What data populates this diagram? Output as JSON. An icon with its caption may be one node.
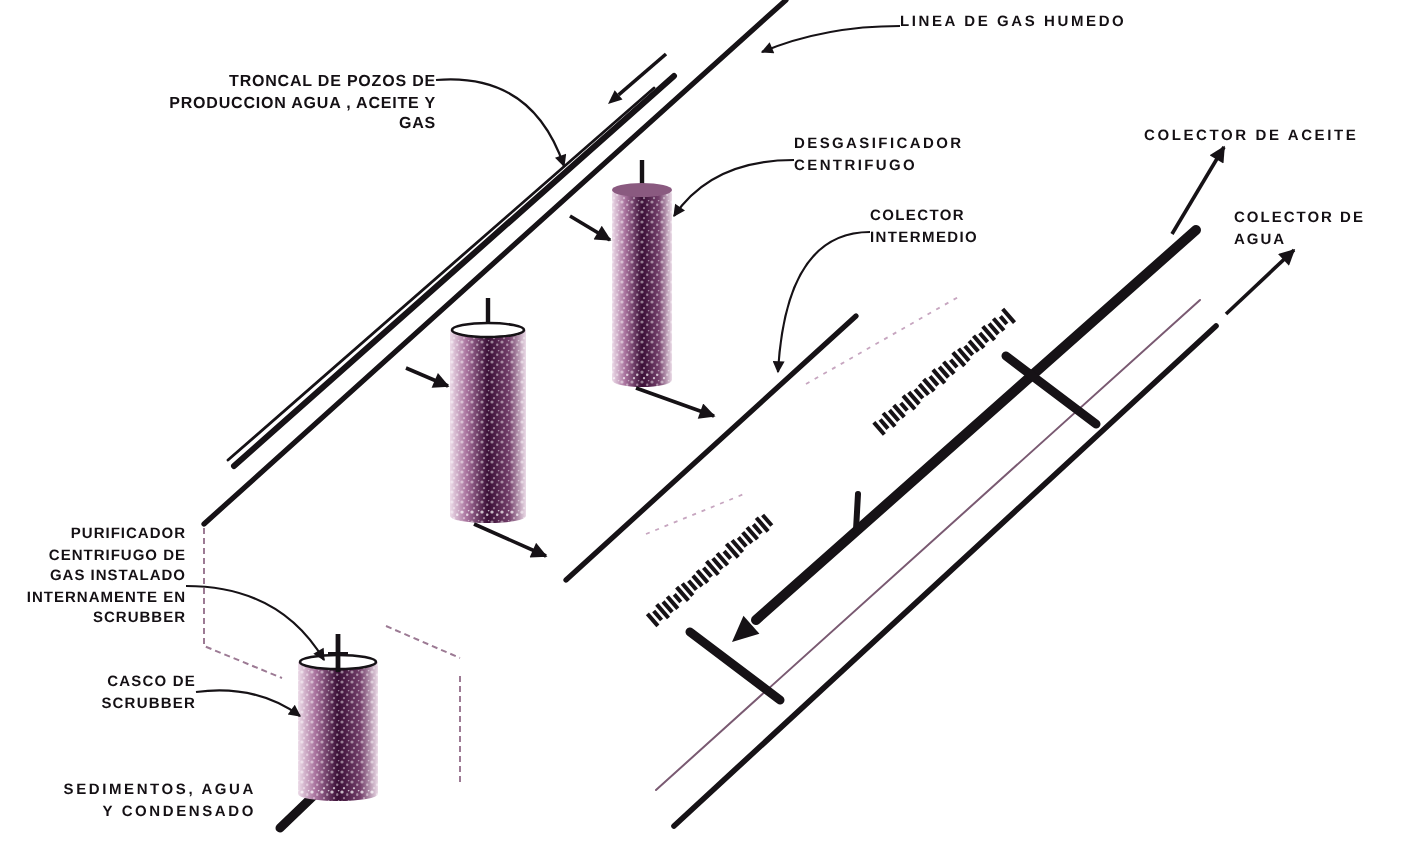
{
  "diagram": {
    "nodes": [
      {
        "text": [
          "LINEA DE GAS HUMEDO"
        ]
      },
      {
        "text": [
          "TRONCAL DE POZOS DE PRODUCCION AGUA , ACEITE Y GAS"
        ]
      },
      {
        "text": [
          "DESGASIFICADOR CENTRIFUGO"
        ]
      },
      {
        "text": [],
        "shape": "cylinder"
      },
      {
        "text": [
          "COLECTOR DE ACEITE"
        ]
      },
      {
        "text": [
          "COLECTOR INTERMEDIO"
        ]
      },
      {
        "text": [
          "COLECTOR DE AGUA"
        ]
      },
      {
        "text": [],
        "shape": "cylinder"
      },
      {
        "text": [
          "PURIFICADOR CENTRIFUGO DE GAS INSTALADO INTERNAMENTE EN SCRUBBER"
        ]
      },
      {
        "text": [
          "CASCO DE SCRUBBER"
        ]
      },
      {
        "text": [],
        "shape": "cylinder"
      },
      {
        "text": [],
        "shape": "bar"
      }
    ],
    "edges": [
      {
        "from": 0,
        "to": null,
        "arrow": "to"
      },
      {
        "from": 1,
        "to": null,
        "arrow": "to"
      },
      {
        "from": 2,
        "to": 3,
        "arrow": "to"
      },
      {
        "from": 5,
        "to": null,
        "arrow": "to"
      },
      {
        "from": null,
        "to": 4,
        "arrow": "to"
      },
      {
        "from": null,
        "to": 6,
        "arrow": "to"
      },
      {
        "from": null,
        "to": 3,
        "arrow": "to"
      },
      {
        "from": null,
        "to": 7,
        "arrow": "to"
      },
      {
        "from": 3,
        "to": null,
        "arrow": "to"
      },
      {
        "from": 7,
        "to": null,
        "arrow": "to"
      },
      {
        "from": 8,
        "to": 11,
        "arrow": "to"
      },
      {
        "from": 9,
        "to": 10,
        "arrow": "to"
      }
    ],
    "labels": [
      "SEDIMENTOS, AGUA Y CONDENSADO"
    ]
  }
}
